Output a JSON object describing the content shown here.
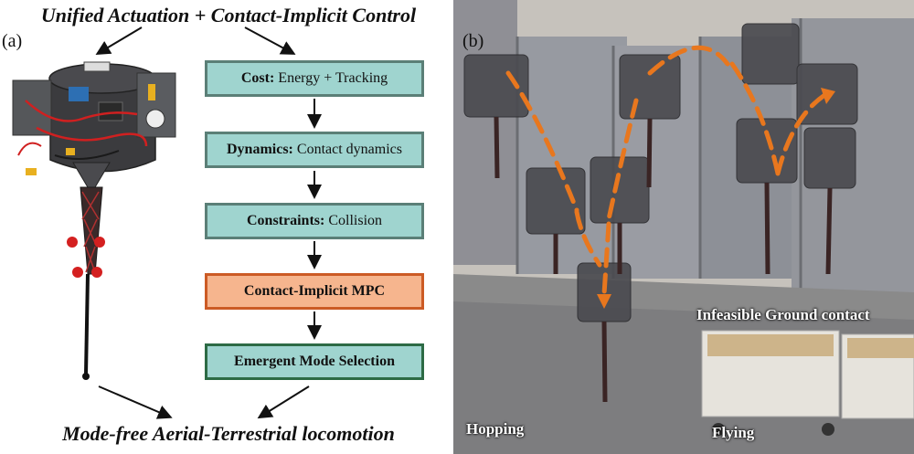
{
  "title": "Unified Actuation + Contact-Implicit Control",
  "panel_a_label": "(a)",
  "panel_b_label": "(b)",
  "bottom_title": "Mode-free Aerial-Terrestrial locomotion",
  "flow": [
    {
      "bold": "Cost:",
      "text": " Energy + Tracking"
    },
    {
      "bold": "Dynamics:",
      "text": " Contact dynamics"
    },
    {
      "bold": "Constraints:",
      "text": " Collision"
    },
    {
      "bold": "Contact-Implicit MPC",
      "text": ""
    },
    {
      "bold": "Emergent Mode Selection",
      "text": ""
    }
  ],
  "photo_labels": {
    "hopping": "Hopping",
    "flying": "Flying",
    "infeasible": "Infeasible Ground contact"
  },
  "colors": {
    "box_fill": "#9fd4cf",
    "box_border": "#5b7f77",
    "mpc_fill": "#f6b58e",
    "mpc_border": "#cc5b25",
    "emergent_border": "#2d6b45",
    "trajectory": "#e8771e"
  }
}
